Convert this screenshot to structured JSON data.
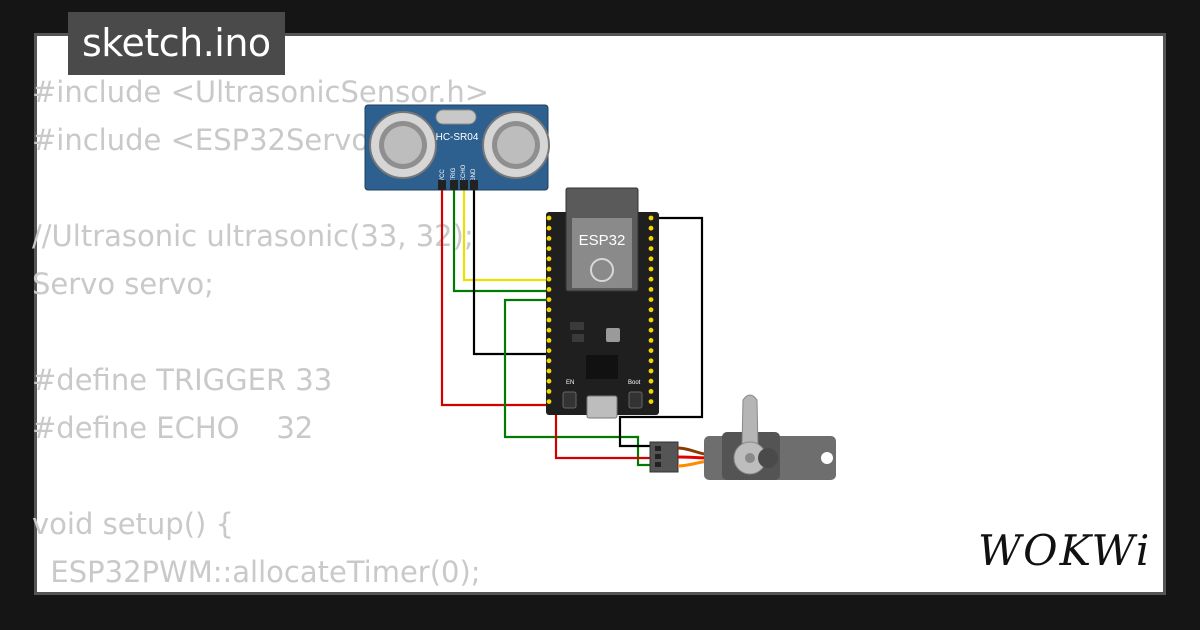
{
  "tab": {
    "label": "sketch.ino"
  },
  "code_lines": [
    "#include <UltrasonicSensor.h>",
    "#include <ESP32Servo.h>",
    "",
    "//Ultrasonic ultrasonic(33, 32);",
    "Servo servo;",
    "",
    "#define TRIGGER 33",
    "#define ECHO    32",
    "",
    "void setup() {",
    "  ESP32PWM::allocateTimer(0);"
  ],
  "sensor": {
    "model": "HC-SR04",
    "pins": [
      "VCC",
      "TRIG",
      "ECHO",
      "GND"
    ]
  },
  "board": {
    "label": "ESP32",
    "buttons": [
      "EN",
      "Boot"
    ]
  },
  "brand": {
    "label": "WOKWi"
  },
  "colors": {
    "background": "#151515",
    "card": "#ffffff",
    "tab": "#4a4a4a",
    "code_text": "#c9c9c9",
    "wire_red": "#d40000",
    "wire_green": "#007a00",
    "wire_yellow": "#e8e000",
    "wire_black": "#000000",
    "sensor_blue": "#2d5f8f"
  }
}
